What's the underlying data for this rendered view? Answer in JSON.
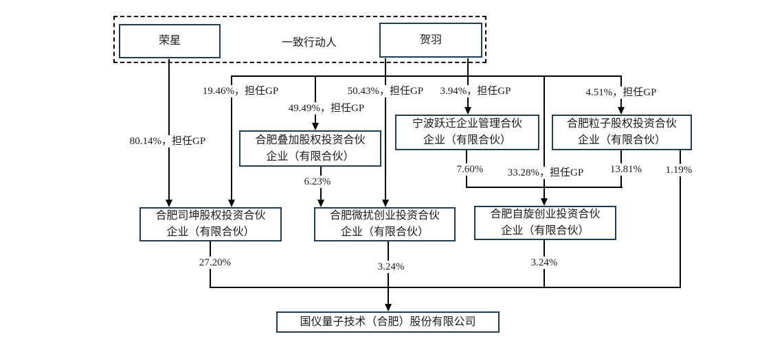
{
  "diagram": {
    "title_hint": "equity-structure-diagram",
    "group": {
      "label": "一致行动人"
    },
    "nodes": {
      "rongxing": {
        "label": "荣星"
      },
      "heyu": {
        "label": "贺羽"
      },
      "diejia": {
        "lines": [
          "合肥叠加股权投资合伙",
          "企业（有限合伙）"
        ]
      },
      "ningbo": {
        "lines": [
          "宁波跃迁企业管理合伙",
          "企业（有限合伙）"
        ]
      },
      "lizi": {
        "lines": [
          "合肥粒子股权投资合伙",
          "企业（有限合伙）"
        ]
      },
      "sikun": {
        "lines": [
          "合肥司坤股权投资合伙",
          "企业（有限合伙）"
        ]
      },
      "weirao": {
        "lines": [
          "合肥微扰创业投资合伙",
          "企业（有限合伙）"
        ]
      },
      "zixuan": {
        "lines": [
          "合肥自旋创业投资合伙",
          "企业（有限合伙）"
        ]
      },
      "guoyi": {
        "label": "国仪量子技术（合肥）股份有限公司"
      }
    },
    "edges": {
      "rongxing_sikun": "80.14%，担任GP",
      "heyu_sikun": "19.46%，担任GP",
      "heyu_diejia": "49.49%，担任GP",
      "heyu_weirao": "50.43%，担任GP",
      "heyu_ningbo": "3.94%，担任GP",
      "heyu_lizi": "4.51%，担任GP",
      "heyu_zixuan": "33.28%，担任GP",
      "diejia_weirao": "6.23%",
      "ningbo_zixuan": "7.60%",
      "lizi_zixuan": "13.81%",
      "lizi_guoyi": "1.19%",
      "sikun_guoyi": "27.20%",
      "weirao_guoyi": "3.24%",
      "zixuan_guoyi": "3.24%"
    },
    "colors": {
      "box_border": "#1f3d52",
      "line": "#000000",
      "background": "#ffffff"
    }
  }
}
